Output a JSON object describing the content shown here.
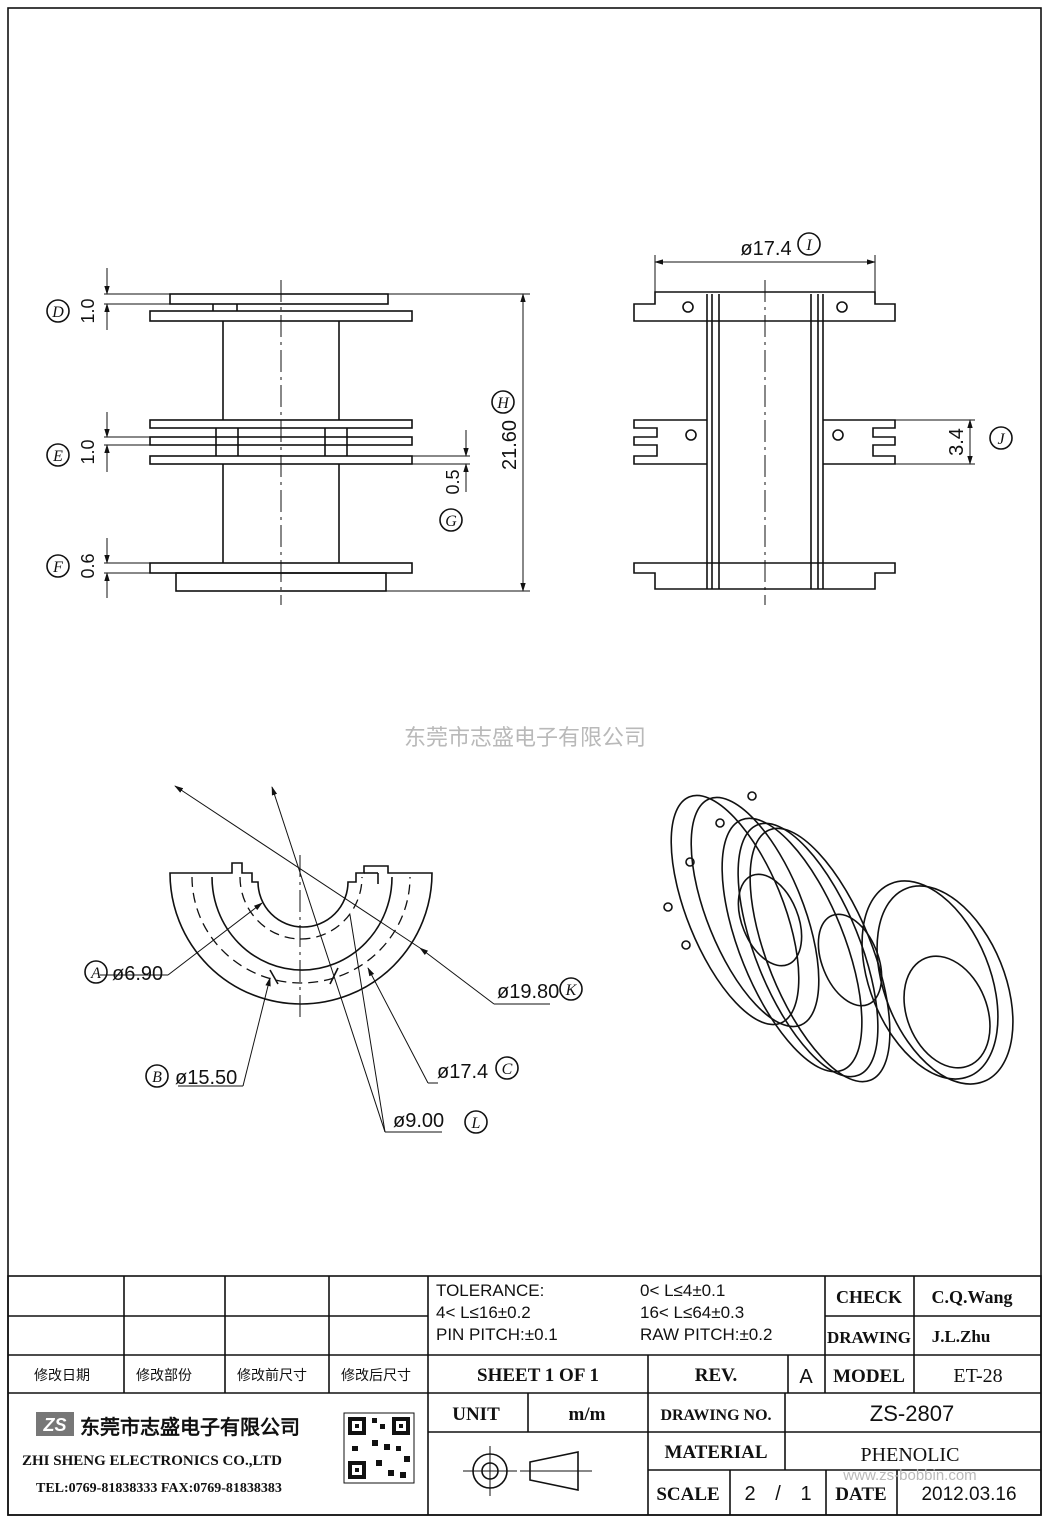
{
  "watermark": "东莞市志盛电子有限公司",
  "dims": {
    "D": "D",
    "D_val": "1.0",
    "E": "E",
    "E_val": "1.0",
    "F": "F",
    "F_val": "0.6",
    "G": "G",
    "G_val": "0.5",
    "H": "H",
    "H_val": "21.60",
    "I": "I",
    "I_val": "ø17.4",
    "J": "J",
    "J_val": "3.4",
    "A": "A",
    "A_val": "ø6.90",
    "B": "B",
    "B_val": "ø15.50",
    "C": "C",
    "C_val": "ø17.4",
    "K": "K",
    "K_val": "ø19.80",
    "L": "L",
    "L_val": "ø9.00"
  },
  "title_block": {
    "tolerance_label": "TOLERANCE:",
    "tol_1": "0< L≤4±0.1",
    "tol_2": "4< L≤16±0.2",
    "tol_3": "16< L≤64±0.3",
    "pin_pitch": "PIN PITCH:±0.1",
    "raw_pitch": "RAW PITCH:±0.2",
    "check_label": "CHECK",
    "check_value": "C.Q.Wang",
    "drawing_label": "DRAWING",
    "drawing_value": "J.L.Zhu",
    "rev_headers": [
      "修改日期",
      "修改部份",
      "修改前尺寸",
      "修改后尺寸"
    ],
    "sheet": "SHEET 1 OF 1",
    "rev_label": "REV.",
    "rev_value": "A",
    "model_label": "MODEL",
    "model_value": "ET-28",
    "unit_label": "UNIT",
    "unit_value": "m/m",
    "drawing_no_label": "DRAWING NO.",
    "drawing_no_value": "ZS-2807",
    "material_label": "MATERIAL",
    "material_value": "PHENOLIC",
    "scale_label": "SCALE",
    "scale_num": "2",
    "scale_sep": "/",
    "scale_den": "1",
    "date_label": "DATE",
    "date_value": "2012.03.16",
    "company_cn": "东莞市志盛电子有限公司",
    "company_en": "ZHI SHENG ELECTRONICS CO.,LTD",
    "contact": "TEL:0769-81838333 FAX:0769-81838383",
    "logo_text": "ZS",
    "footer_url": "www.zs-bobbin.com"
  }
}
